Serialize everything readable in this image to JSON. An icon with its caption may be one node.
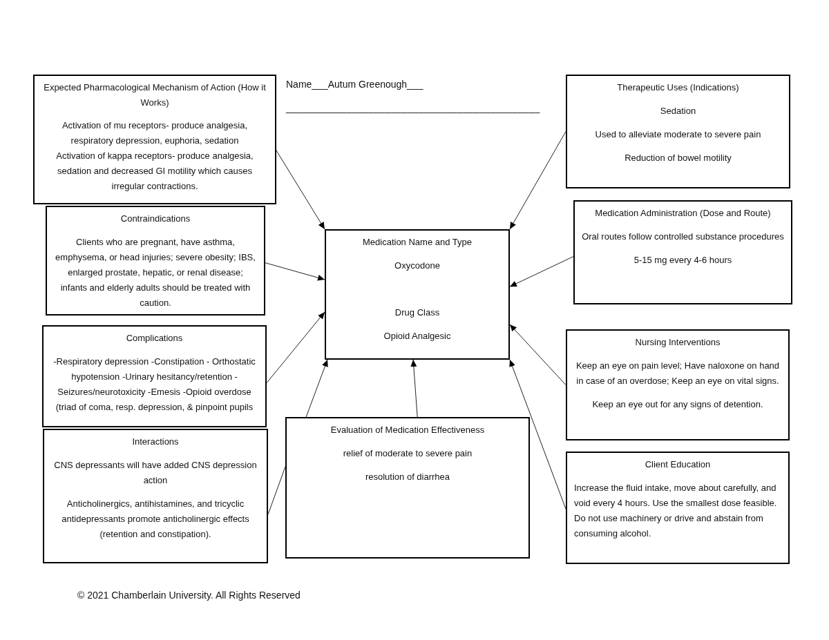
{
  "diagram": {
    "caption": "© 2021 Chamberlain University. All Rights Reserved",
    "nodes": [
      {
        "text": [
          "Medication Name and Type",
          "Oxycodone",
          "Drug Class",
          "Opioid Analgesic"
        ]
      },
      {
        "text": [
          "Expected Pharmacological Mechanism of Action (How it Works)",
          "Activation of mu receptors- produce analgesia, respiratory depression, euphoria, sedation",
          "Activation of kappa receptors- produce analgesia, sedation and decreased GI motility which causes irregular contractions."
        ]
      },
      {
        "text": [
          "Contraindications",
          "Clients who are pregnant, have asthma, emphysema, or head injuries; severe obesity; IBS, enlarged prostate, hepatic, or renal disease; infants and elderly adults should be treated with caution."
        ]
      },
      {
        "text": [
          "Complications",
          "-Respiratory depression -Constipation - Orthostatic hypotension -Urinary hesitancy/retention -Seizures/neurotoxicity -Emesis -Opioid overdose (triad of coma, resp. depression, & pinpoint pupils"
        ]
      },
      {
        "text": [
          "Interactions",
          "CNS depressants will have added CNS depression action",
          "Anticholinergics, antihistamines, and tricyclic antidepressants promote anticholinergic effects (retention and constipation)."
        ]
      },
      {
        "text": [
          "Evaluation of Medication Effectiveness",
          "relief of moderate to severe pain",
          "resolution of diarrhea"
        ]
      },
      {
        "text": [
          "Therapeutic Uses (Indications)",
          "Sedation",
          "Used to alleviate moderate to severe pain",
          "Reduction of bowel motility"
        ]
      },
      {
        "text": [
          "Medication Administration (Dose and Route)",
          "Oral routes follow controlled substance procedures",
          "5-15 mg every 4-6 hours"
        ]
      },
      {
        "text": [
          "Nursing Interventions",
          "Keep an eye on pain level; Have naloxone on hand in case of an overdose; Keep an eye on vital signs.",
          "Keep an eye out for any signs of detention."
        ]
      },
      {
        "text": [
          "Client Education",
          "Increase the fluid intake, move about carefully, and void every 4 hours. Use the smallest dose feasible. Do not use machinery or drive and abstain from consuming alcohol."
        ]
      }
    ],
    "edges": [
      {
        "from": 1,
        "to": 0,
        "arrow": "to"
      },
      {
        "from": 2,
        "to": 0,
        "arrow": "to"
      },
      {
        "from": 3,
        "to": 0,
        "arrow": "to"
      },
      {
        "from": 4,
        "to": 5,
        "arrow": "none"
      },
      {
        "from": 5,
        "to": 0,
        "arrow": "to"
      },
      {
        "from": 5,
        "to": 0,
        "arrow": "to"
      },
      {
        "from": 6,
        "to": 0,
        "arrow": "to"
      },
      {
        "from": 7,
        "to": 0,
        "arrow": "to"
      },
      {
        "from": 8,
        "to": 0,
        "arrow": "to"
      },
      {
        "from": 9,
        "to": 0,
        "arrow": "to"
      }
    ],
    "labels": [
      "Name___Autum Greenough___",
      "______________________________________________"
    ]
  }
}
